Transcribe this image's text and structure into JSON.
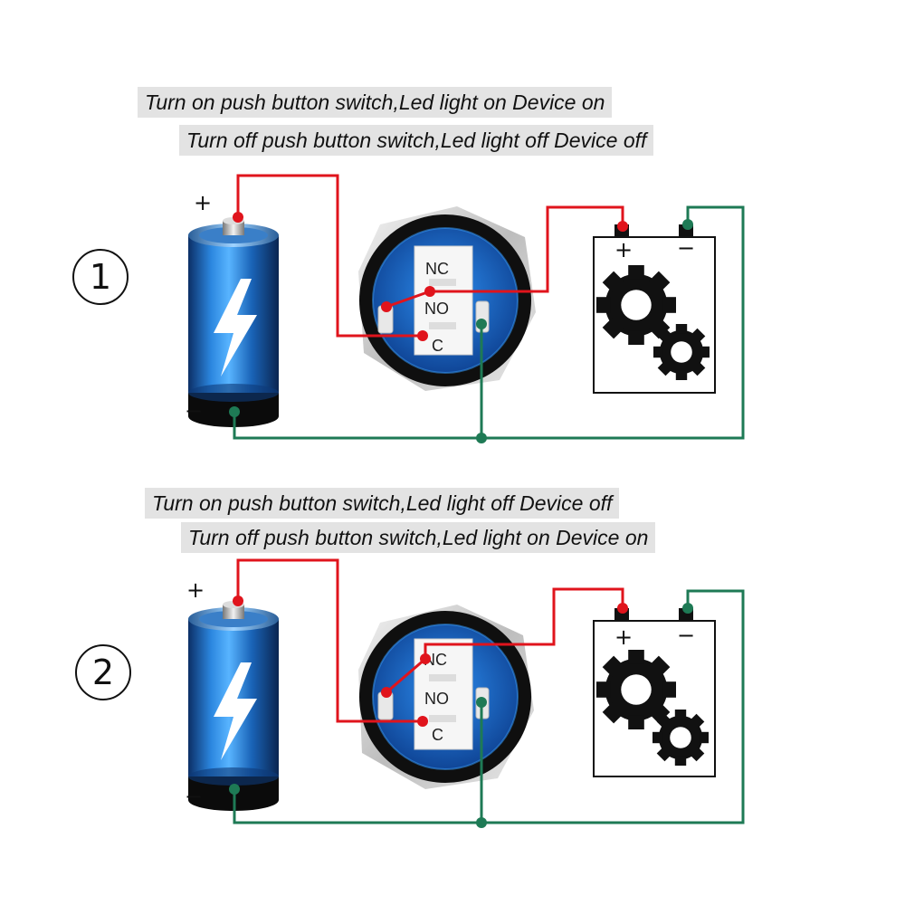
{
  "diagrams": [
    {
      "number": "1",
      "line1": "Turn on push button switch,Led light on Device on",
      "line2": "Turn off push button switch,Led light off Device off",
      "battery_plus": "+",
      "battery_minus": "−",
      "pins": {
        "nc": "NC",
        "no": "NO",
        "c": "C"
      },
      "device_plus": "+",
      "device_minus": "−"
    },
    {
      "number": "2",
      "line1": "Turn on push button switch,Led light off Device off",
      "line2": "Turn off push button switch,Led light on Device on",
      "battery_plus": "+",
      "battery_minus": "−",
      "pins": {
        "nc": "NC",
        "no": "NO",
        "c": "C"
      },
      "device_plus": "+",
      "device_minus": "−"
    }
  ],
  "colors": {
    "positive_wire": "#e0141c",
    "negative_wire": "#1e7a55",
    "battery_blue": "#1a64b8",
    "switch_blue": "#1565c0",
    "gear": "#111111"
  }
}
